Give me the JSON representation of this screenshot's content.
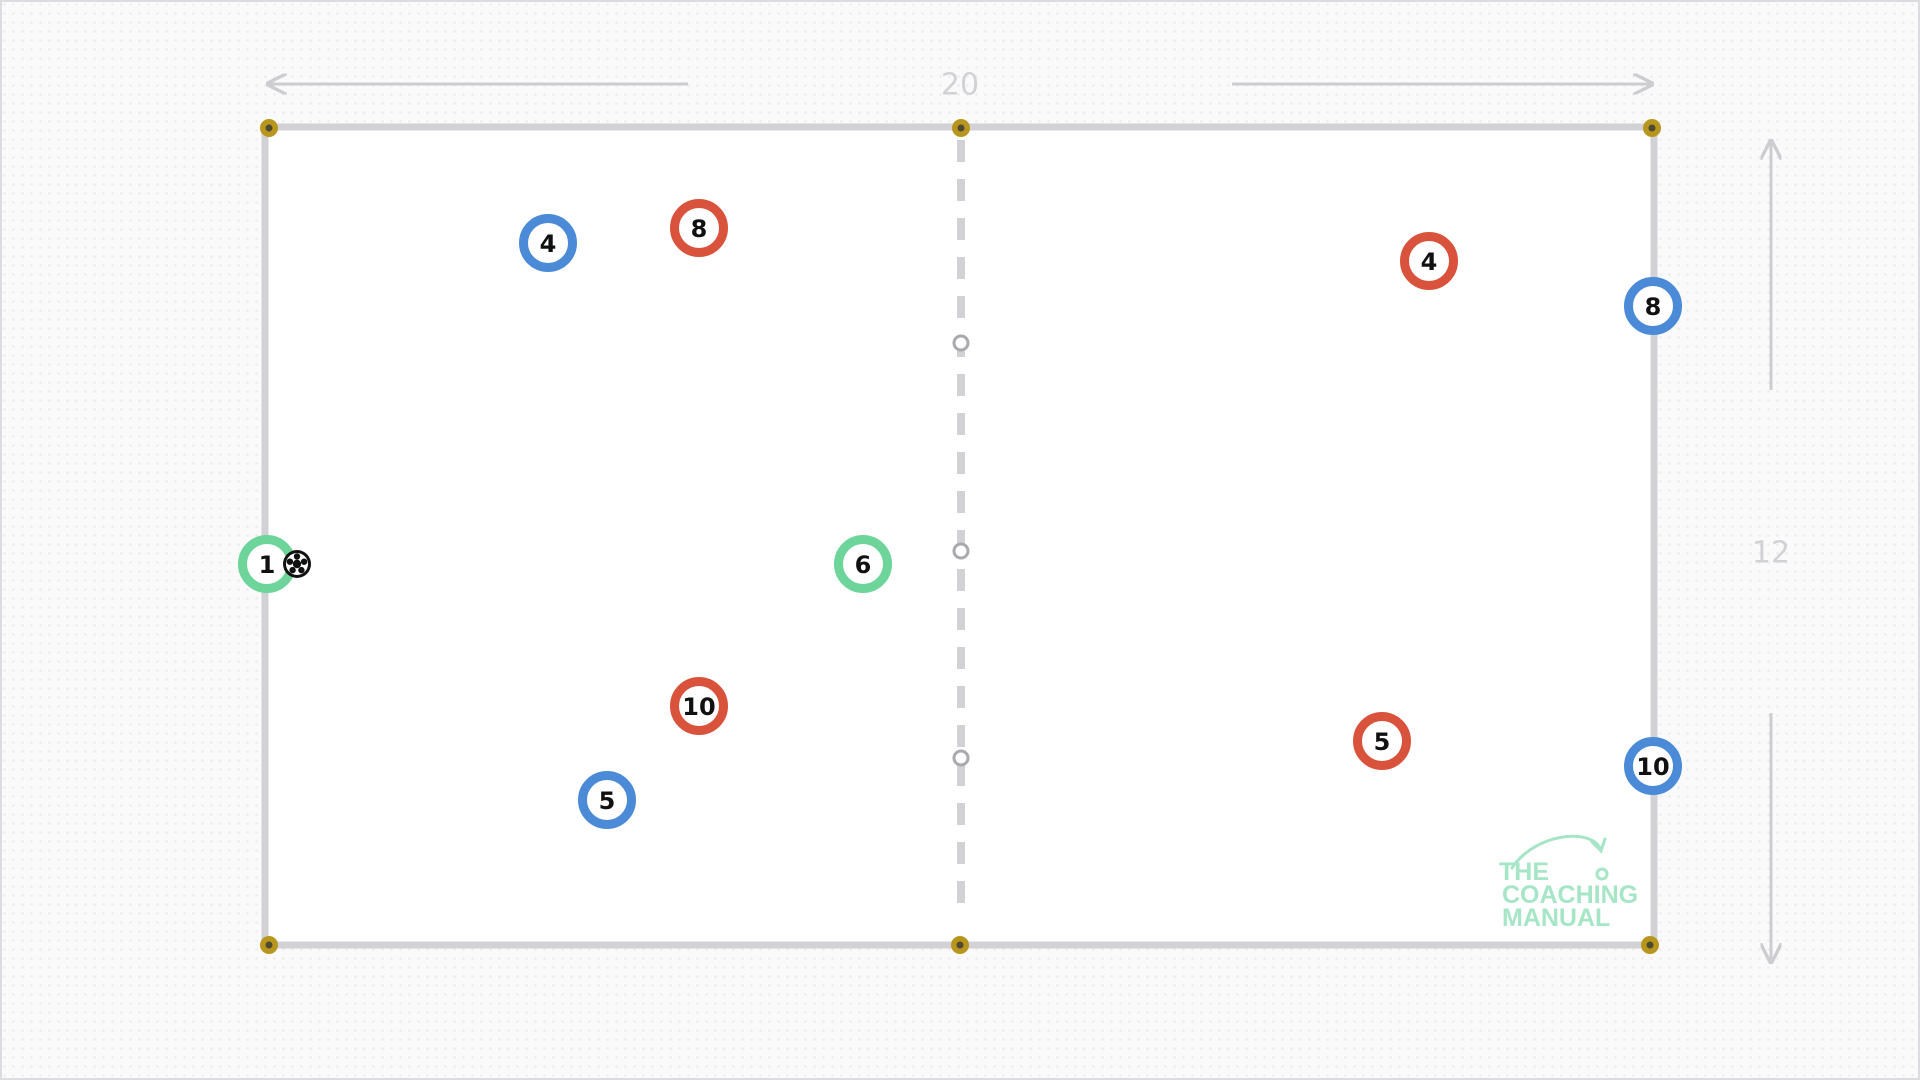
{
  "drill": {
    "dimensions": {
      "width_label": "20",
      "height_label": "12"
    },
    "colors": {
      "background": "#ffffff",
      "pitch_line": "#d2d2d6",
      "dimension_arrow": "#cdcdd1",
      "cone_outer": "#b8961e",
      "cone_inner": "#4d4a30",
      "marker_ring": "#a9a9ae",
      "team_blue": "#4a8ad6",
      "team_red": "#d9533c",
      "team_green": "#6dd49a",
      "logo": "#a6e6c6"
    },
    "players": [
      {
        "team": "blue",
        "number": "4"
      },
      {
        "team": "red",
        "number": "8"
      },
      {
        "team": "green",
        "number": "1",
        "has_ball": true
      },
      {
        "team": "green",
        "number": "6"
      },
      {
        "team": "red",
        "number": "10"
      },
      {
        "team": "blue",
        "number": "5"
      },
      {
        "team": "red",
        "number": "4"
      },
      {
        "team": "blue",
        "number": "8"
      },
      {
        "team": "red",
        "number": "5"
      },
      {
        "team": "blue",
        "number": "10"
      }
    ],
    "ball_icon": "soccer-ball-icon",
    "logo_lines": [
      "THE",
      "COACHING",
      "MANUAL"
    ]
  }
}
